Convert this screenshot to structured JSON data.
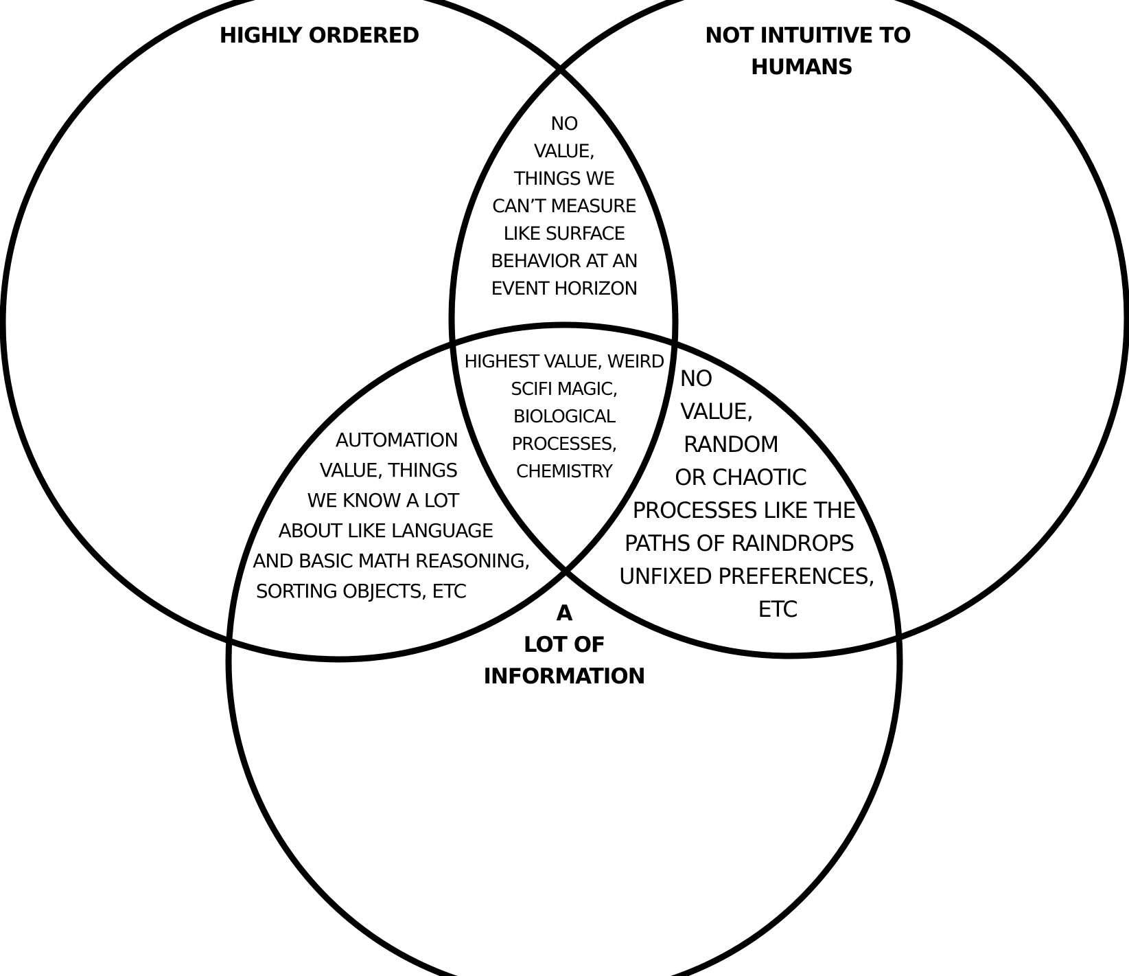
{
  "diagram": {
    "sets": [
      {
        "name": "highly-ordered",
        "label": [
          "HIGHLY ORDERED"
        ]
      },
      {
        "name": "not-intuitive",
        "label": [
          "NOT INTUITIVE TO",
          "HUMANS"
        ]
      },
      {
        "name": "information",
        "label": [
          "A",
          "LOT OF",
          "INFORMATION"
        ]
      }
    ],
    "regions": {
      "ordered_not_intuitive": [
        "NO",
        "VALUE,",
        "THINGS WE",
        "CAN’T MEASURE",
        "LIKE SURFACE",
        "BEHAVIOR AT AN",
        "EVENT HORIZON"
      ],
      "all_three": [
        "HIGHEST VALUE, WEIRD",
        "SCIFI MAGIC,",
        "BIOLOGICAL",
        "PROCESSES,",
        "CHEMISTRY"
      ],
      "ordered_information": [
        "AUTOMATION",
        "VALUE, THINGS",
        "WE KNOW A LOT",
        "ABOUT LIKE LANGUAGE",
        "AND BASIC MATH REASONING,",
        "SORTING OBJECTS, ETC"
      ],
      "not_intuitive_information": [
        "NO",
        "VALUE,",
        "RANDOM",
        "OR CHAOTIC",
        "PROCESSES LIKE THE",
        "PATHS OF RAINDROPS",
        "UNFIXED PREFERENCES,",
        "ETC"
      ]
    },
    "colors": {
      "stroke": "#000000",
      "background": "#ffffff",
      "text": "#000000"
    }
  }
}
